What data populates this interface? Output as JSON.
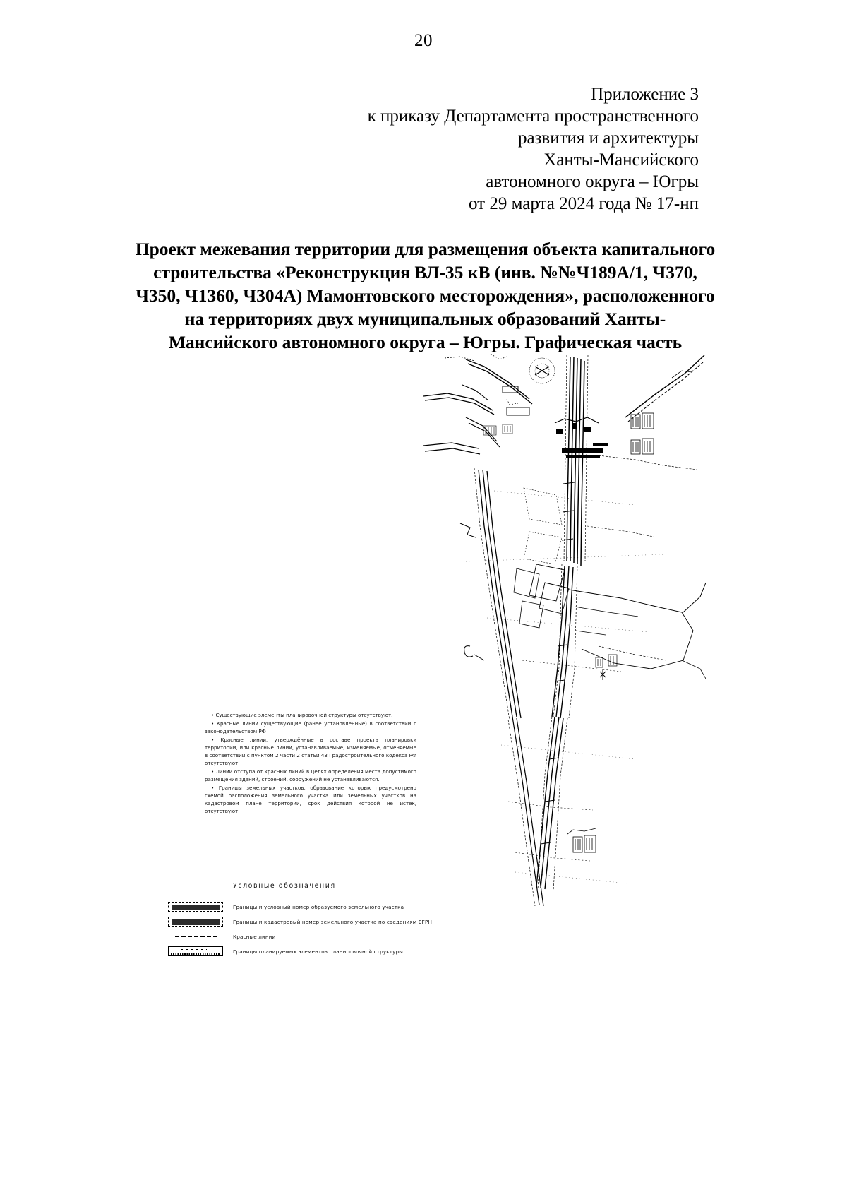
{
  "page": {
    "number": "20"
  },
  "approval": {
    "lines": [
      "Приложение 3",
      "к приказу Департамента пространственного",
      "развития и архитектуры",
      "Ханты-Мансийского",
      "автономного округа – Югры",
      "от 29 марта 2024 года № 17-нп"
    ]
  },
  "title": {
    "lines": [
      "Проект межевания территории для размещения объекта капитального",
      "строительства «Реконструкция ВЛ-35 кВ (инв. №№Ч189А/1, Ч370,",
      "Ч350, Ч1360, Ч304А) Мамонтовского месторождения», расположенного",
      "на территориях двух муниципальных образований Ханты-",
      "Мансийского автономного округа – Югры. Графическая часть"
    ]
  },
  "notes": {
    "items": [
      "Существующие элементы планировочной структуры отсутствуют.",
      "Красные линии существующие (ранее установленные) в соответствии с законодательством РФ",
      "Красные линии, утверждённые в составе проекта планировки территории, или красные линии, устанавливаемые, изменяемые, отменяемые в соответствии с пунктом 2 части 2 статьи 43 Градостроительного кодекса РФ отсутствуют.",
      "Линии отступа от красных линий в целях определения места допустимого размещения зданий, строений, сооружений не устанавливаются.",
      "Границы земельных участков, образование которых предусмотрено схемой расположения земельного участка или земельных участков на кадастровом плане территории, срок действия которой не истек, отсутствуют."
    ]
  },
  "legend": {
    "title": "Условные обозначения",
    "rows": [
      {
        "symbol": "dashed-box-with-label",
        "label": "Границы и условный номер образуемого земельного участка"
      },
      {
        "symbol": "dashed-box-with-label",
        "label": "Границы и кадастровый номер земельного участка по сведениям ЕГРН"
      },
      {
        "symbol": "dashed-line",
        "label": "Красные линии"
      },
      {
        "symbol": "solid-box",
        "label": "Границы планируемых элементов планировочной структуры"
      }
    ]
  },
  "map": {
    "name": "cadastral-survey-drawing",
    "description": "Чертёж межевания территории — линейный объект ВЛ-35 кВ"
  },
  "colors": {
    "ink": "#000000",
    "paper": "#ffffff"
  }
}
